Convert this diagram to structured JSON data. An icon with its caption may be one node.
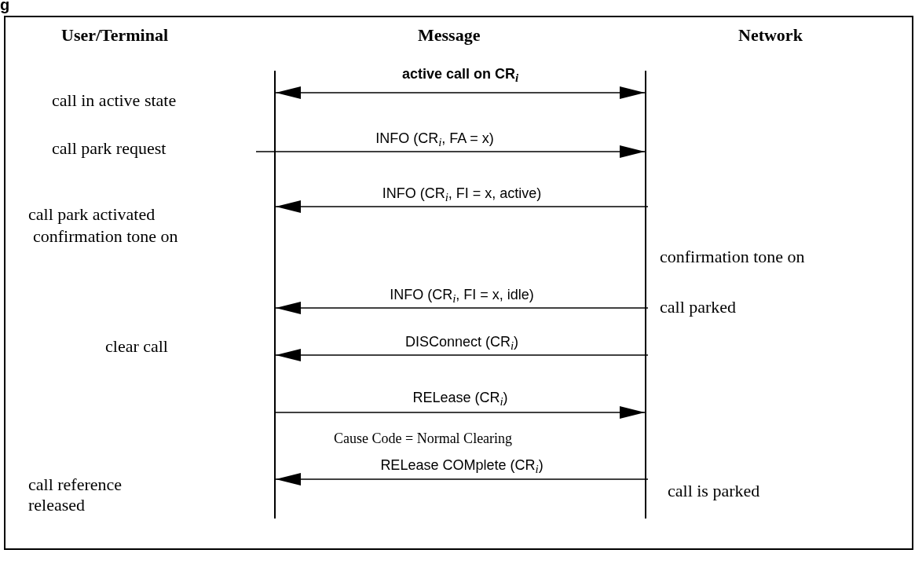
{
  "diagram": {
    "nodes": [
      {
        "text": [],
        "shape": "line"
      },
      {
        "text": [],
        "shape": "line"
      }
    ],
    "edges": [
      {
        "from": 0,
        "to": 1,
        "arrow": "both",
        "label": "active call on CR$_{i}$"
      },
      {
        "from": 0,
        "to": 1,
        "arrow": "to",
        "label": "INFO (CR$_{i}$, FA = x)"
      },
      {
        "from": 1,
        "to": 0,
        "arrow": "to",
        "label": "INFO (CR$_{i}$, FI = x, active)"
      },
      {
        "from": 1,
        "to": 0,
        "arrow": "to",
        "label": "INFO (CR$_{i}$, FI = x, idle)"
      },
      {
        "from": 1,
        "to": 0,
        "arrow": "to",
        "label": "DISConnect (CR$_{i}$)"
      },
      {
        "from": 0,
        "to": 1,
        "arrow": "to",
        "label": "RELease (CR$_{i}$)"
      },
      {
        "from": 1,
        "to": 0,
        "arrow": "to",
        "label": "RELease COMplete (CR$_{i}$)"
      }
    ],
    "labels": [
      "g",
      "User/Terminal",
      "Message",
      "Network",
      "call in active state",
      "call park request",
      "call park activated",
      "confirmation tone on",
      "confirmation tone on",
      "call parked",
      "clear call",
      "Cause Code = Normal Clearing",
      "call reference released",
      "call is parked"
    ]
  }
}
